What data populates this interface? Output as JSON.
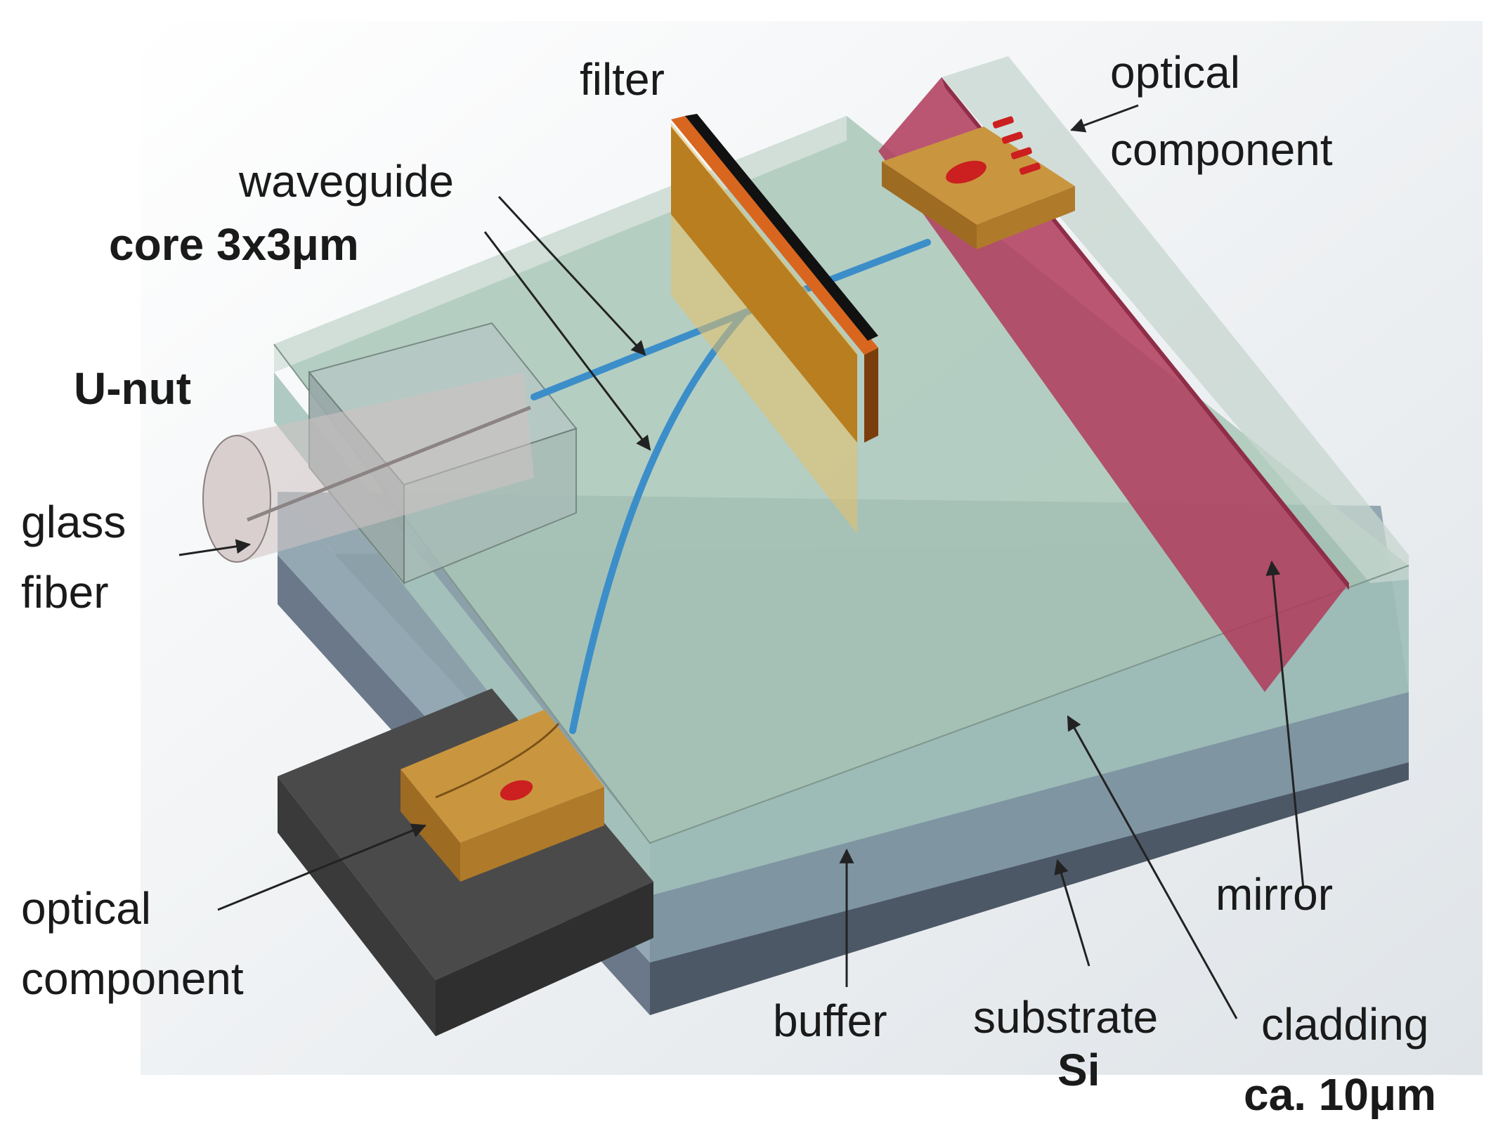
{
  "labels": {
    "filter": "filter",
    "optical_component_top_line1": "optical",
    "optical_component_top_line2": "component",
    "waveguide": "waveguide",
    "core": "core 3x3μm",
    "u_nut": "U-nut",
    "glass_fiber_line1": "glass",
    "glass_fiber_line2": "fiber",
    "optical_component_bottom_line1": "optical",
    "optical_component_bottom_line2": "component",
    "buffer": "buffer",
    "substrate": "substrate",
    "substrate_material": "Si",
    "cladding": "cladding",
    "cladding_thickness": "ca. 10μm",
    "mirror": "mirror"
  },
  "colors": {
    "cladding": "#a9c7b9",
    "cladding_edge": "#9aaea4",
    "buffer": "#8a9fa8",
    "substrate": "#5d6a7a",
    "waveguide_core": "#3c8ec9",
    "filter": "#c98d2c",
    "filter_edge": "#d9661f",
    "mirror": "#b03a5b",
    "optical_component": "#b7822e",
    "emitter": "#cc1f1f",
    "mount_block": "#4a4a4a",
    "fiber": "#cfc3c3"
  },
  "icons": {
    "arrow": "arrow-icon"
  }
}
